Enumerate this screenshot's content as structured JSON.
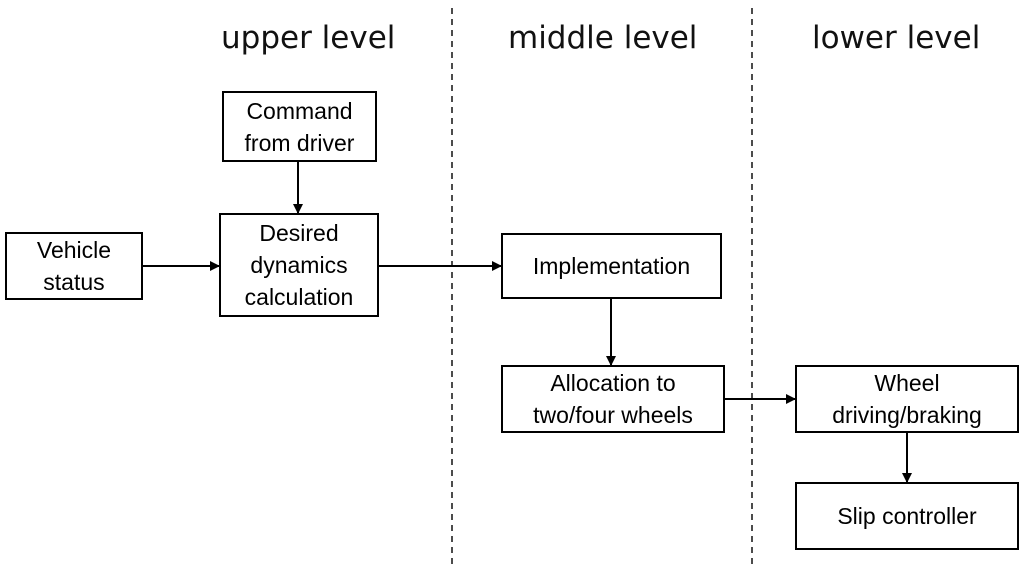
{
  "levels": {
    "upper": "upper level",
    "middle": "middle level",
    "lower": "lower level"
  },
  "blocks": {
    "command": "Command\nfrom driver",
    "vehicle_status": "Vehicle\nstatus",
    "desired": "Desired\ndynamics\ncalculation",
    "implementation": "Implementation",
    "allocation": "Allocation to\ntwo/four wheels",
    "wheel": "Wheel\ndriving/braking",
    "slip": "Slip controller"
  }
}
